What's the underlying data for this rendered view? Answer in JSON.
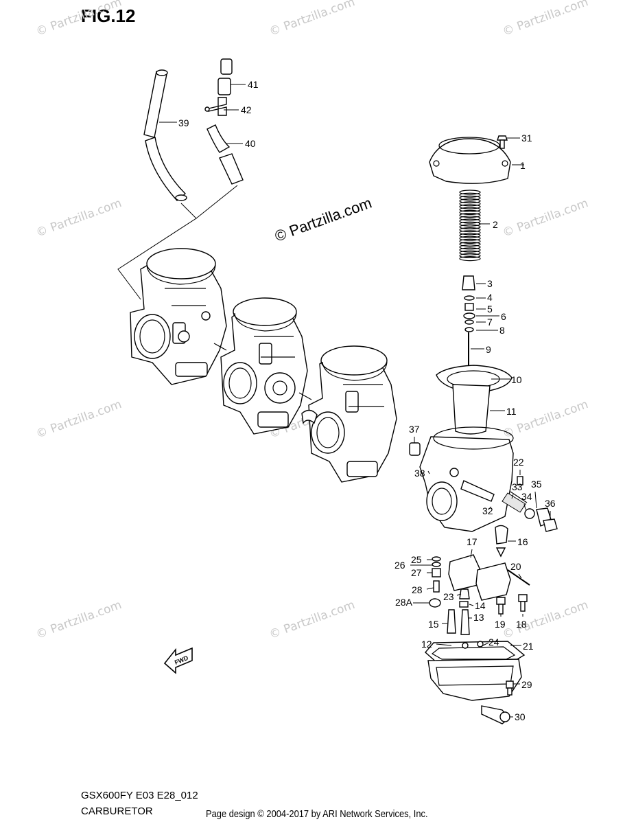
{
  "figure": {
    "title": "FIG.12",
    "model_code": "GSX600FY E03 E28_012",
    "section_name": "CARBURETOR",
    "page_design": "Page design © 2004-2017 by ARI Network Services, Inc."
  },
  "watermarks": {
    "small": "© Partzilla.com",
    "large": "© Partzilla.com"
  },
  "fwd_label": "FWD",
  "parts": [
    {
      "id": "p1",
      "label": "1"
    },
    {
      "id": "p2",
      "label": "2"
    },
    {
      "id": "p3",
      "label": "3"
    },
    {
      "id": "p4",
      "label": "4"
    },
    {
      "id": "p5",
      "label": "5"
    },
    {
      "id": "p6",
      "label": "6"
    },
    {
      "id": "p7",
      "label": "7"
    },
    {
      "id": "p8",
      "label": "8"
    },
    {
      "id": "p9",
      "label": "9"
    },
    {
      "id": "p10",
      "label": "10"
    },
    {
      "id": "p11",
      "label": "11"
    },
    {
      "id": "p12",
      "label": "12"
    },
    {
      "id": "p13",
      "label": "13"
    },
    {
      "id": "p14",
      "label": "14"
    },
    {
      "id": "p15",
      "label": "15"
    },
    {
      "id": "p16",
      "label": "16"
    },
    {
      "id": "p17",
      "label": "17"
    },
    {
      "id": "p18",
      "label": "18"
    },
    {
      "id": "p19",
      "label": "19"
    },
    {
      "id": "p20",
      "label": "20"
    },
    {
      "id": "p21",
      "label": "21"
    },
    {
      "id": "p22",
      "label": "22"
    },
    {
      "id": "p23",
      "label": "23"
    },
    {
      "id": "p24",
      "label": "24"
    },
    {
      "id": "p25",
      "label": "25"
    },
    {
      "id": "p26",
      "label": "26"
    },
    {
      "id": "p27",
      "label": "27"
    },
    {
      "id": "p28",
      "label": "28"
    },
    {
      "id": "p28a",
      "label": "28A"
    },
    {
      "id": "p29",
      "label": "29"
    },
    {
      "id": "p30",
      "label": "30"
    },
    {
      "id": "p31",
      "label": "31"
    },
    {
      "id": "p32",
      "label": "32"
    },
    {
      "id": "p33",
      "label": "33"
    },
    {
      "id": "p34",
      "label": "34"
    },
    {
      "id": "p35",
      "label": "35"
    },
    {
      "id": "p36",
      "label": "36"
    },
    {
      "id": "p37",
      "label": "37"
    },
    {
      "id": "p38",
      "label": "38"
    },
    {
      "id": "p39",
      "label": "39"
    },
    {
      "id": "p40",
      "label": "40"
    },
    {
      "id": "p41",
      "label": "41"
    },
    {
      "id": "p42",
      "label": "42"
    }
  ]
}
